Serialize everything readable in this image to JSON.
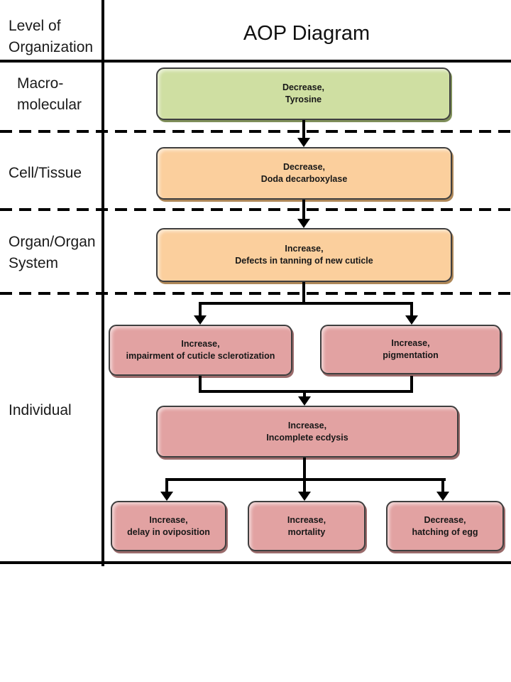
{
  "header": {
    "level_label_line1": "Level of",
    "level_label_line2": "Organization",
    "title": "AOP Diagram"
  },
  "levels": [
    {
      "line1": "Macro-",
      "line2": "molecular"
    },
    {
      "line1": "Cell/Tissue",
      "line2": ""
    },
    {
      "line1": "Organ/Organ",
      "line2": "System"
    },
    {
      "line1": "Individual",
      "line2": ""
    }
  ],
  "nodes": {
    "tyrosine": {
      "line1": "Decrease,",
      "line2": "Tyrosine",
      "level": "Macro-molecular",
      "fill": "#cfdfa2"
    },
    "doda": {
      "line1": "Decrease,",
      "line2": "Doda decarboxylase",
      "level": "Cell/Tissue",
      "fill": "#fbcf9d"
    },
    "tanning": {
      "line1": "Increase,",
      "line2": "Defects in tanning of new cuticle",
      "level": "Organ/Organ System",
      "fill": "#fbcf9d"
    },
    "sclerotization": {
      "line1": "Increase,",
      "line2": "impairment of cuticle sclerotization",
      "level": "Individual",
      "fill": "#e2a2a2"
    },
    "pigmentation": {
      "line1": "Increase,",
      "line2": "pigmentation",
      "level": "Individual",
      "fill": "#e2a2a2"
    },
    "ecdysis": {
      "line1": "Increase,",
      "line2": "Incomplete ecdysis",
      "level": "Individual",
      "fill": "#e2a2a2"
    },
    "oviposition": {
      "line1": "Increase,",
      "line2": "delay in oviposition",
      "level": "Individual",
      "fill": "#e2a2a2"
    },
    "mortality": {
      "line1": "Increase,",
      "line2": "mortality",
      "level": "Individual",
      "fill": "#e2a2a2"
    },
    "hatching": {
      "line1": "Decrease,",
      "line2": "hatching of egg",
      "level": "Individual",
      "fill": "#e2a2a2"
    }
  },
  "edges": [
    {
      "from": "tyrosine",
      "to": "doda"
    },
    {
      "from": "doda",
      "to": "tanning"
    },
    {
      "from": "tanning",
      "to": "sclerotization"
    },
    {
      "from": "tanning",
      "to": "pigmentation"
    },
    {
      "from": "sclerotization",
      "to": "ecdysis"
    },
    {
      "from": "pigmentation",
      "to": "ecdysis"
    },
    {
      "from": "ecdysis",
      "to": "oviposition"
    },
    {
      "from": "ecdysis",
      "to": "mortality"
    },
    {
      "from": "ecdysis",
      "to": "hatching"
    }
  ],
  "colors": {
    "line": "#000000",
    "node_border": "#3f3f3f",
    "green_fill": "#cfdfa2",
    "green_shadow": "#7e8e59",
    "orange_fill": "#fbcf9d",
    "orange_shadow": "#ae8758",
    "pink_fill": "#e2a2a2",
    "pink_shadow": "#9a6b6b",
    "text": "#181818"
  }
}
